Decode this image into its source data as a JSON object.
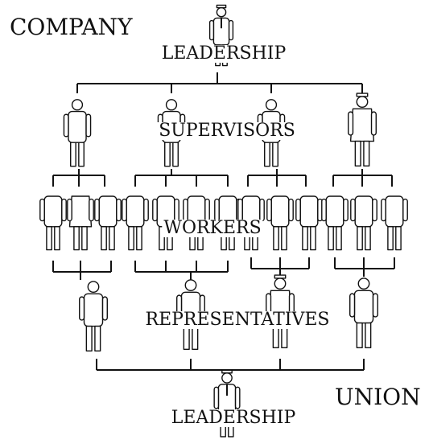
{
  "labels": {
    "company": "COMPANY",
    "union": "UNION",
    "company_leadership": "LEADERSHIP",
    "supervisors": "SUPERVISORS",
    "workers": "WORKERS",
    "representatives": "REPRESENTATIVES",
    "union_leadership": "LEADERSHIP"
  },
  "colors": {
    "ink": "#111111",
    "paper": "#ffffff"
  }
}
